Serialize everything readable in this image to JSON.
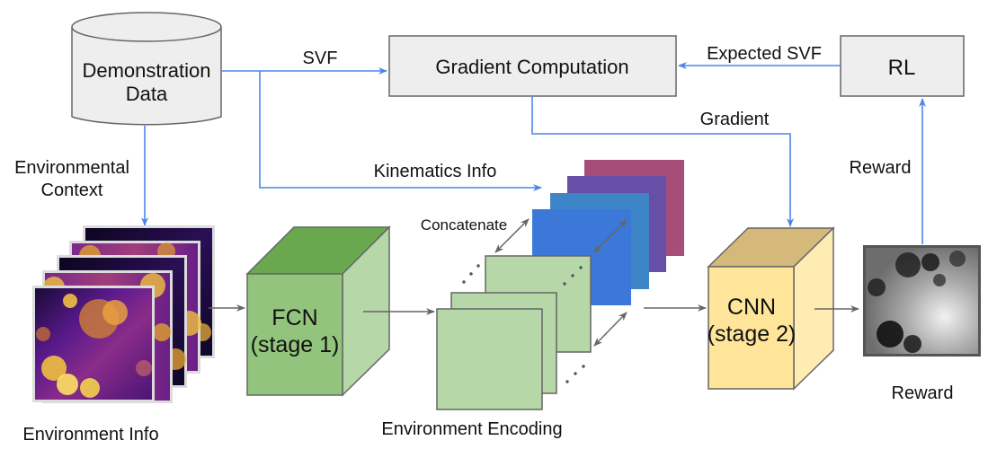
{
  "nodes": {
    "demonstration_data": {
      "line1": "Demonstration",
      "line2": "Data"
    },
    "gradient_computation": {
      "label": "Gradient Computation"
    },
    "rl": {
      "label": "RL"
    },
    "fcn": {
      "line1": "FCN",
      "line2": "(stage 1)"
    },
    "cnn": {
      "line1": "CNN",
      "line2": "(stage 2)"
    }
  },
  "edge_labels": {
    "svf": "SVF",
    "expected_svf": "Expected SVF",
    "gradient": "Gradient",
    "kinematics_info": "Kinematics Info",
    "environmental_context_line1": "Environmental",
    "environmental_context_line2": "Context",
    "concatenate": "Concatenate",
    "reward_up": "Reward"
  },
  "captions": {
    "environment_info": "Environment Info",
    "environment_encoding": "Environment Encoding",
    "reward": "Reward"
  },
  "colors": {
    "arrow_blue": "#4a86e8",
    "arrow_gray": "#666666",
    "box_fill": "#eeeeee",
    "box_stroke": "#666666",
    "fcn_front": "#93c47d",
    "fcn_top": "#6aa84f",
    "fcn_side": "#b6d7a8",
    "cnn_front": "#ffe599",
    "cnn_top": "#d5b97a",
    "cnn_side": "#ffecb3",
    "encoding_fill": "#b6d7a8",
    "kinematics_layers": [
      "#a64d79",
      "#674ea7",
      "#3d85c6",
      "#3c78d8"
    ]
  }
}
